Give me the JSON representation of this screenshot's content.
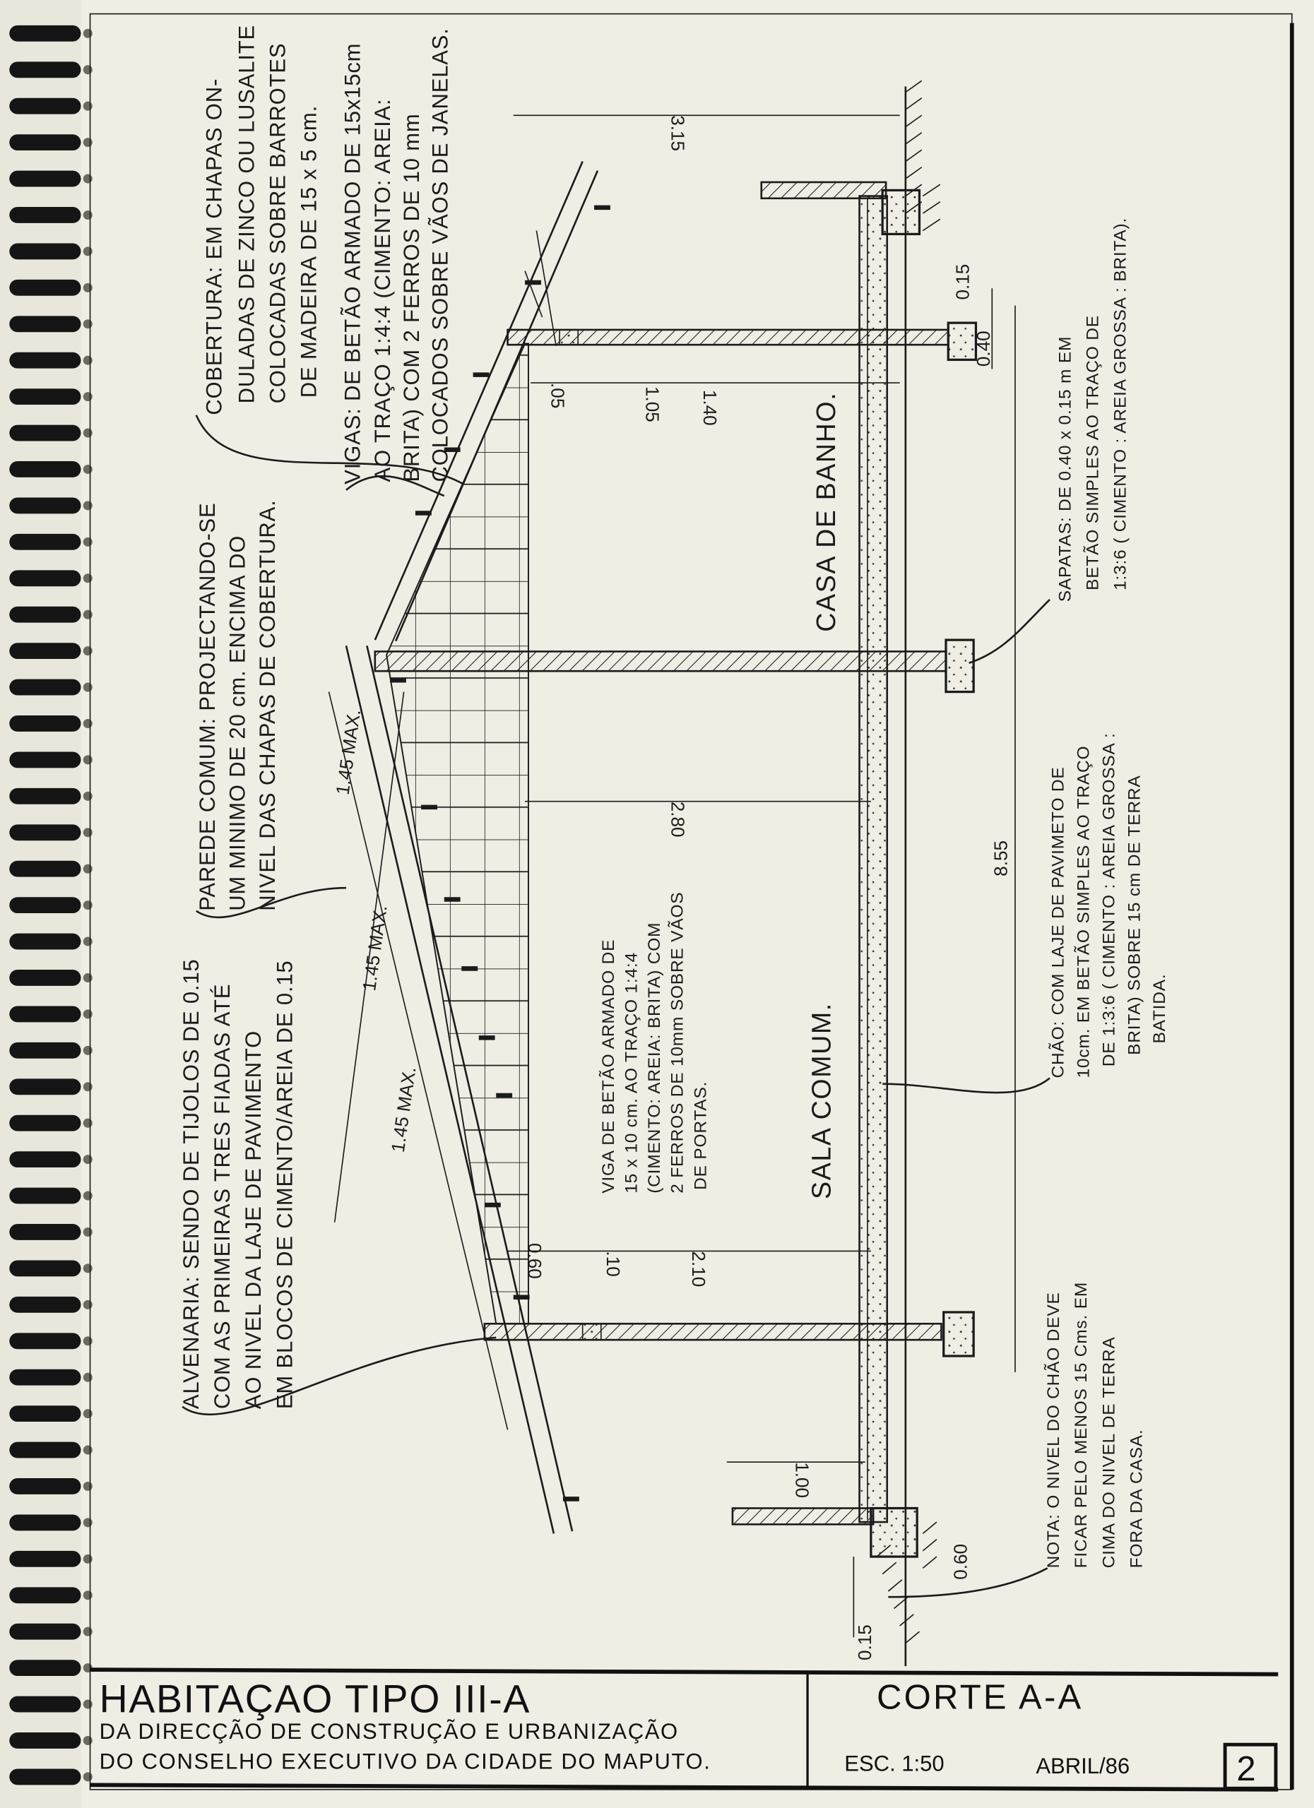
{
  "title_block": {
    "title": "HABITAÇAO TIPO III-A",
    "subtitle_lines": [
      "DA DIRECÇÃO DE CONSTRUÇÃO E URBANIZAÇÃO",
      "DO CONSELHO EXECUTIVO DA CIDADE DO MAPUTO."
    ],
    "section_title": "CORTE A-A",
    "scale": "ESC. 1:50",
    "date": "ABRIL/86",
    "sheet_number": "2"
  },
  "rooms": {
    "sala": "SALA COMUM.",
    "banho": "CASA DE BANHO."
  },
  "notes": {
    "cobertura": [
      "COBERTURA: EM CHAPAS ON-",
      "DULADAS DE ZINCO OU LUSALITE",
      "COLOCADAS SOBRE BARROTES",
      "DE MADEIRA DE 15 x 5 cm."
    ],
    "vigas": [
      "VIGAS: DE BETÃO ARMADO DE 15x15cm",
      "AO TRAÇO 1:4:4 (CIMENTO: AREIA:",
      "BRITA) COM 2 FERROS DE 10 mm",
      "COLOCADOS SOBRE VÃOS DE JANELAS."
    ],
    "parede": [
      "PAREDE COMUM: PROJECTANDO-SE",
      "UM MINIMO DE 20 cm. ENCIMA DO",
      "NIVEL DAS CHAPAS DE COBERTURA."
    ],
    "alvenaria": [
      "ALVENARIA: SENDO DE TIJOLOS DE 0.15",
      "COM AS PRIMEIRAS TRES FIADAS ATÉ",
      "AO NIVEL DA LAJE DE PAVIMENTO",
      "EM BLOCOS DE CIMENTO/AREIA DE 0.15"
    ],
    "viga_portas": [
      "VIGA DE BETÃO ARMADO DE",
      "15 x 10 cm. AO TRAÇO 1:4:4",
      "(CIMENTO: AREIA: BRITA) COM",
      "2 FERROS DE 10mm SOBRE VÃOS",
      "DE PORTAS."
    ],
    "chao": [
      "CHÃO: COM LAJE DE PAVIMETO DE",
      "10cm. EM BETÃO SIMPLES AO TRAÇO",
      "DE 1:3:6 ( CIMENTO : AREIA GROSSA :",
      "BRITA) SOBRE 15 cm DE TERRA",
      "BATIDA."
    ],
    "sapatas": [
      "SAPATAS: DE 0.40 x 0.15 m EM",
      "BETÃO SIMPLES AO TRAÇO DE",
      "1:3:6 ( CIMENTO : AREIA GROSSA : BRITA)."
    ],
    "nota": [
      "NOTA: O NIVEL DO CHÃO DEVE",
      "FICAR PELO MENOS 15 Cms. EM",
      "CIMA DO NIVEL DE TERRA",
      "FORA DA CASA."
    ]
  },
  "dimensions": {
    "d315": "3.15",
    "d105": "1.05",
    "d005": ".05",
    "d140": "1.40",
    "d280": "2.80",
    "d210": "2.10",
    "d060a": "0.60",
    "d010": ".10",
    "d100": "1.00",
    "d855": "8.55",
    "d015a": "0.15",
    "d040": "0.40",
    "d060b": "0.60",
    "d015b": "0.15",
    "max": "1.45 MAX."
  }
}
